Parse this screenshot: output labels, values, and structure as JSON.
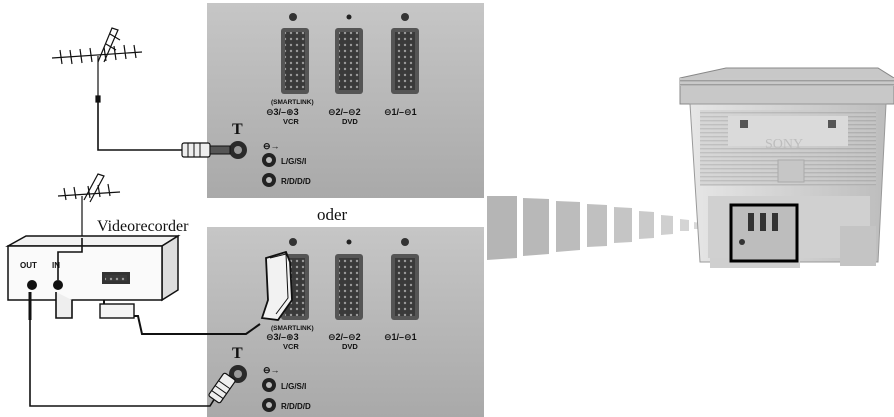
{
  "labels": {
    "videorecorder": "Videorecorder",
    "oder": "oder",
    "vcr_out": "OUT",
    "vcr_in": "IN",
    "sony": "SONY"
  },
  "panel_top": {
    "smartlink": "(SMARTLINK)",
    "scart3": "⊖3/–⊕3",
    "scart3_name": "VCR",
    "scart2": "⊖2/–⊖2",
    "scart2_name": "DVD",
    "scart1": "⊖1/–⊖1",
    "audio_l": "L/G/S/I",
    "audio_r": "R/D/D/D"
  },
  "panel_bottom": {
    "smartlink": "(SMARTLINK)",
    "scart3": "⊖3/–⊕3",
    "scart3_name": "VCR",
    "scart2": "⊖2/–⊖2",
    "scart2_name": "DVD",
    "scart1": "⊖1/–⊖1",
    "audio_l": "L/G/S/I",
    "audio_r": "R/D/D/D"
  },
  "colors": {
    "panel": "#b9b9b9",
    "panel_dark": "#8f8f8f",
    "cable": "#111111",
    "tv_body": "#d8d8d8",
    "highlight_box": "#000000"
  }
}
